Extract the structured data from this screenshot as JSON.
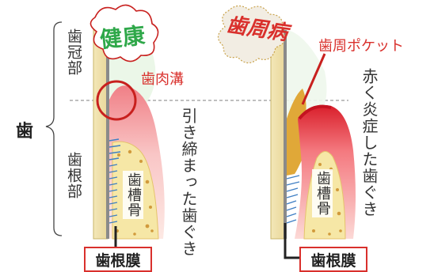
{
  "labels": {
    "tooth": "歯",
    "crown": "歯冠部",
    "root": "歯根部",
    "healthy": "健康",
    "periodontitis": "歯周病",
    "gingival_sulcus": "歯肉溝",
    "periodontal_pocket": "歯周ポケット",
    "tight_gum": "引き締まった歯ぐき",
    "inflamed_gum": "赤く炎症した歯ぐき",
    "alveolar_bone": "歯槽骨",
    "pdl_left": "歯根膜",
    "pdl_right": "歯根膜"
  },
  "colors": {
    "accent_red": "#d9302c",
    "healthy_green": "#2fa84a",
    "tartar": "#e0a838",
    "bone": "#f6e7a6"
  }
}
